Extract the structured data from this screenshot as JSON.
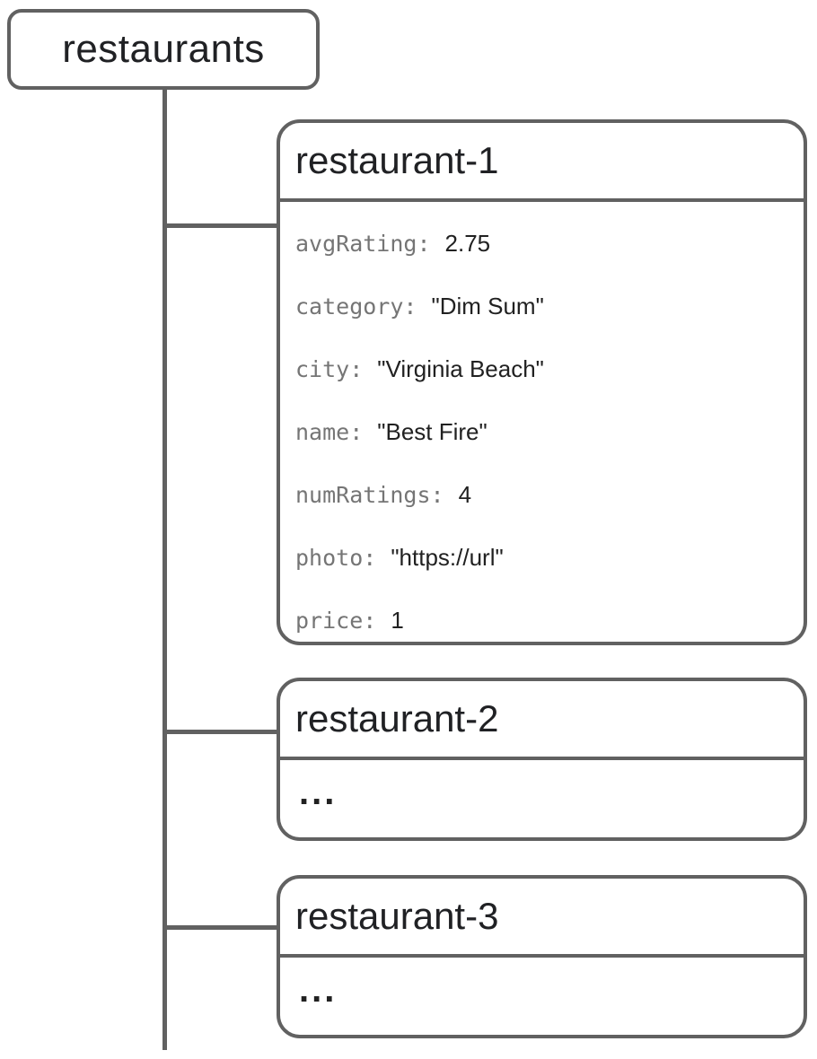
{
  "diagram": {
    "root": {
      "label": "restaurants"
    },
    "documents": [
      {
        "title": "restaurant-1",
        "fields": [
          {
            "key": "avgRating:",
            "value": "2.75"
          },
          {
            "key": "category:",
            "value": "\"Dim Sum\""
          },
          {
            "key": "city:",
            "value": "\"Virginia Beach\""
          },
          {
            "key": "name:",
            "value": "\"Best Fire\""
          },
          {
            "key": "numRatings:",
            "value": "4"
          },
          {
            "key": "photo:",
            "value": "\"https://url\""
          },
          {
            "key": "price:",
            "value": "1"
          }
        ]
      },
      {
        "title": "restaurant-2",
        "body": "..."
      },
      {
        "title": "restaurant-3",
        "body": "..."
      }
    ],
    "colors": {
      "border": "#616161",
      "key_text": "#757575",
      "value_text": "#212121",
      "title_text": "#202124",
      "background": "#ffffff"
    }
  }
}
